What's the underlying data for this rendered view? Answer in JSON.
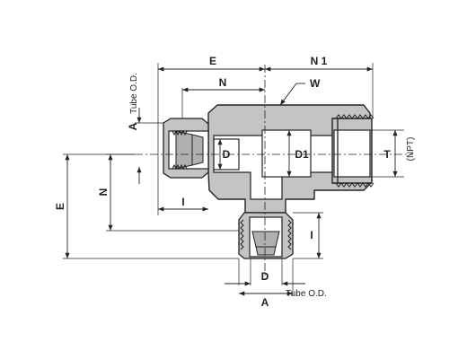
{
  "labels": {
    "E_top": "E",
    "N1": "N 1",
    "N_top": "N",
    "W": "W",
    "A_left": "A",
    "tube_od_left": "Tube O.D.",
    "D_left": "D",
    "D1": "D1",
    "T": "T",
    "npt": "(NPT)",
    "E_left": "E",
    "N_left": "N",
    "I_left": "I",
    "I_right": "I",
    "D_bottom": "D",
    "A_bottom": "A",
    "tube_od_bottom": "Tube O.D."
  }
}
